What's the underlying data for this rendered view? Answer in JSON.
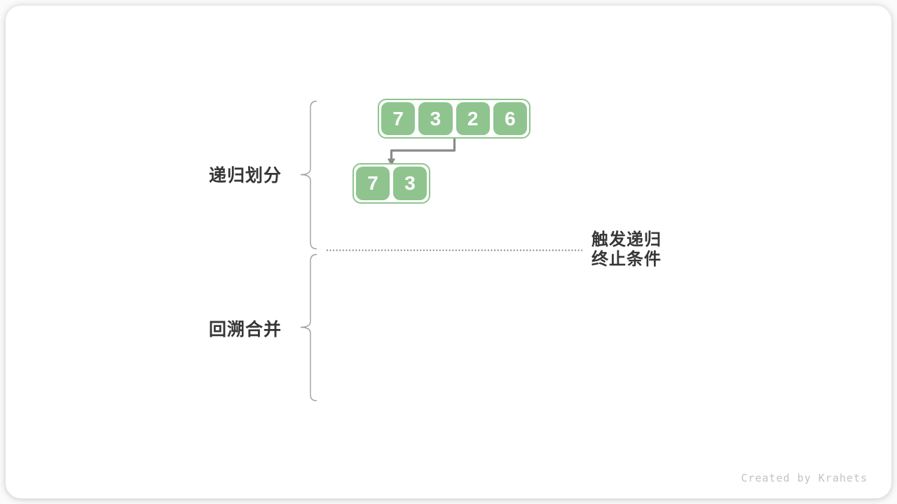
{
  "diagram": {
    "labels": {
      "recursive_divide": "递归划分",
      "backtrack_merge": "回溯合并",
      "termination_line1": "触发递归",
      "termination_line2": "终止条件"
    },
    "arrays": {
      "top": [
        "7",
        "3",
        "2",
        "6"
      ],
      "sub": [
        "7",
        "3"
      ]
    }
  },
  "watermark": "Created by Krahets",
  "colors": {
    "cell_green": "#8FC48F",
    "arrow_gray": "#8A8A8A",
    "brace_gray": "#9E9E9E",
    "dotted_gray": "#6F6F6F",
    "text_dark": "#363636",
    "watermark_gray": "#C2C2C2"
  }
}
